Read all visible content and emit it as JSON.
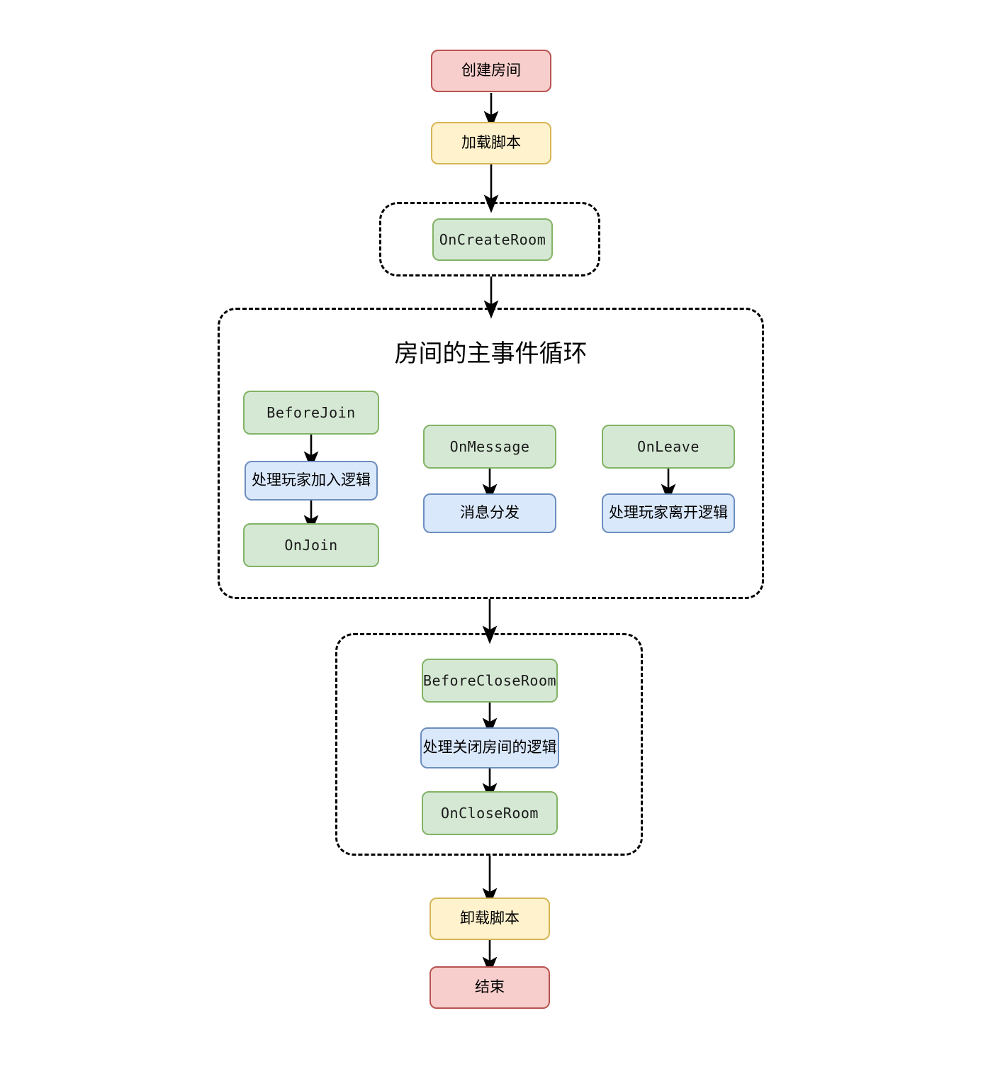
{
  "diagram": {
    "title": "房间的主事件循环",
    "palette": {
      "red_fill": "#f8cecc",
      "red_border": "#b85450",
      "yellow_fill": "#fff2cc",
      "yellow_border": "#d6b656",
      "green_fill": "#d5e8d4",
      "green_border": "#82b366",
      "blue_fill": "#dae8fc",
      "blue_border": "#6c8ebf",
      "line": "#000000",
      "background": "#ffffff"
    },
    "nodes": {
      "create_room": "创建房间",
      "load_script": "加载脚本",
      "on_create_room": "OnCreateRoom",
      "before_join": "BeforeJoin",
      "handle_join_logic": "处理玩家加入逻辑",
      "on_join": "OnJoin",
      "on_message": "OnMessage",
      "message_dispatch": "消息分发",
      "on_leave": "OnLeave",
      "handle_leave_logic": "处理玩家离开逻辑",
      "before_close_room": "BeforeCloseRoom",
      "handle_close_logic": "处理关闭房间的逻辑",
      "on_close_room": "OnCloseRoom",
      "unload_script": "卸载脚本",
      "end": "结束"
    }
  }
}
